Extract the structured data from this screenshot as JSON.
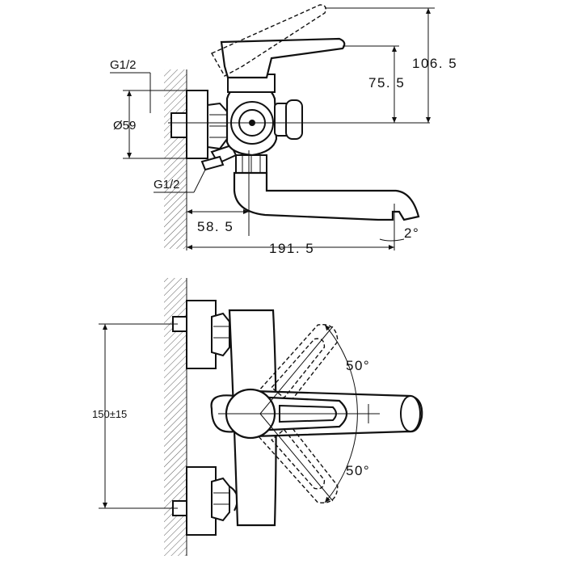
{
  "side_view": {
    "dim_total_height": "106. 5",
    "dim_handle_height": "75. 5",
    "label_inlet_thread": "G1/2",
    "label_diameter": "Ø59",
    "label_outlet_thread": "G1/2",
    "dim_wall_to_spout_axis": "58. 5",
    "dim_total_length": "191. 5",
    "label_spout_angle": "2°"
  },
  "top_view": {
    "dim_center_distance": "150±15",
    "label_angle_upper": "50°",
    "label_angle_lower": "50°"
  }
}
